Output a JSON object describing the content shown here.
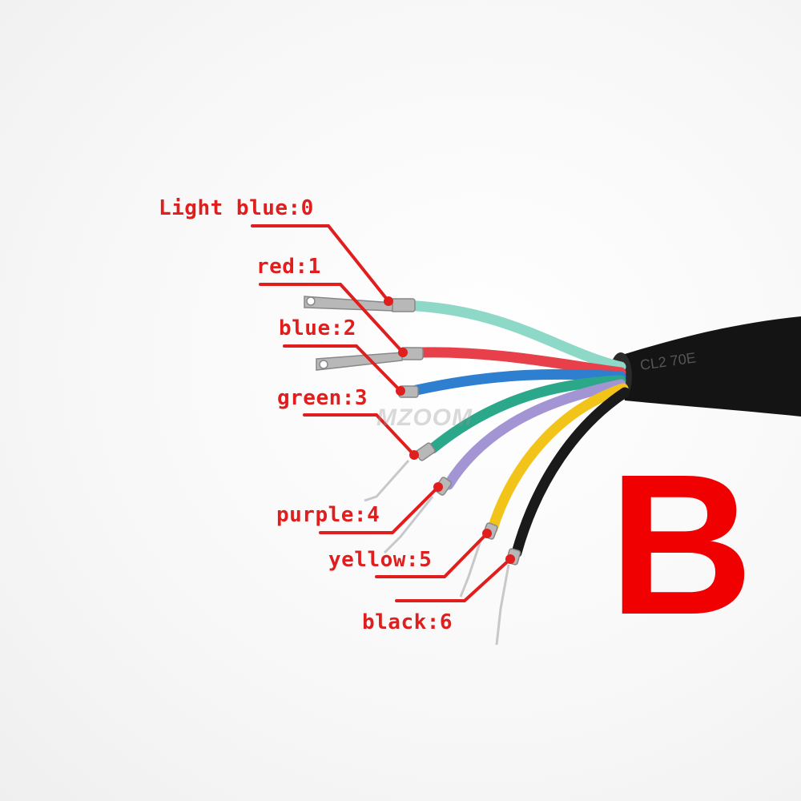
{
  "labels": [
    {
      "text": "Light blue:0",
      "wire_color": "#8ed8c8"
    },
    {
      "text": "red:1",
      "wire_color": "#e8404a"
    },
    {
      "text": "blue:2",
      "wire_color": "#2f7fd0"
    },
    {
      "text": "green:3",
      "wire_color": "#2aa889"
    },
    {
      "text": "purple:4",
      "wire_color": "#a395d4"
    },
    {
      "text": "yellow:5",
      "wire_color": "#f2c41a"
    },
    {
      "text": "black:6",
      "wire_color": "#1a1a1a"
    }
  ],
  "big_letter": "B",
  "watermark": "MZOOM",
  "colors": {
    "label_red": "#e01e1e",
    "letter_red": "#f00000",
    "cable_black": "#141414"
  }
}
